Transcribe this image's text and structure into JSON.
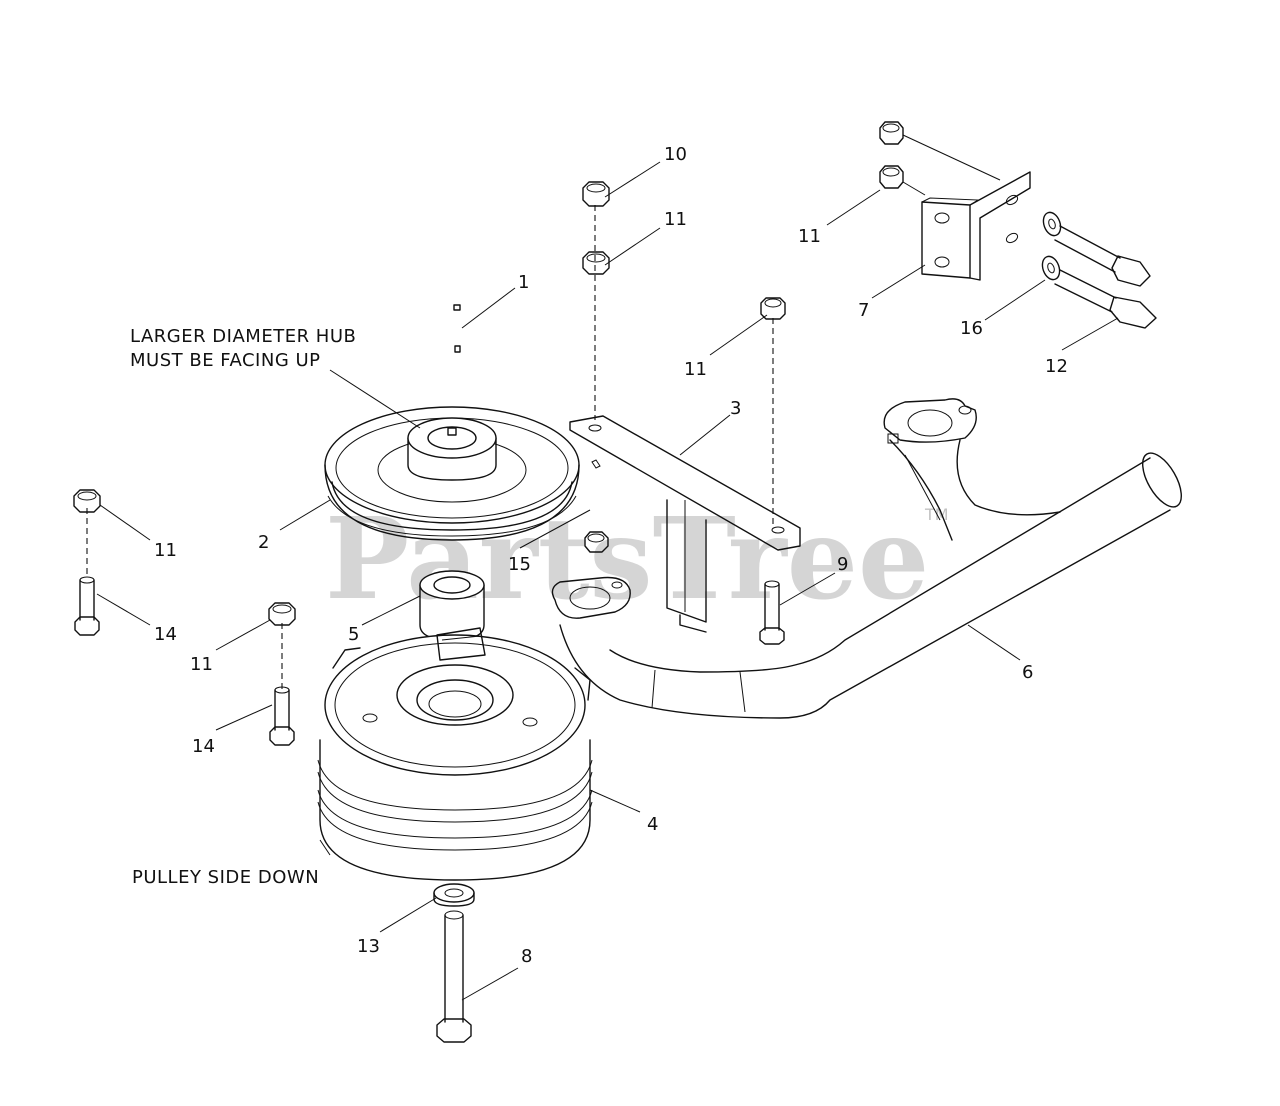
{
  "notes": {
    "hub_line1": "LARGER DIAMETER HUB",
    "hub_line2": "MUST BE FACING UP",
    "pulley": "PULLEY SIDE DOWN"
  },
  "callouts": {
    "c1": "1",
    "c2": "2",
    "c3": "3",
    "c4": "4",
    "c5": "5",
    "c6": "6",
    "c7": "7",
    "c8": "8",
    "c9": "9",
    "c10": "10",
    "c11_top": "11",
    "c11_plate": "11",
    "c11_mid": "11",
    "c11_left": "11",
    "c11_lower": "11",
    "c12": "12",
    "c13": "13",
    "c14_left": "14",
    "c14_lower": "14",
    "c15": "15",
    "c16": "16"
  },
  "watermark": {
    "text": "PartsTree",
    "tm": "TM"
  }
}
